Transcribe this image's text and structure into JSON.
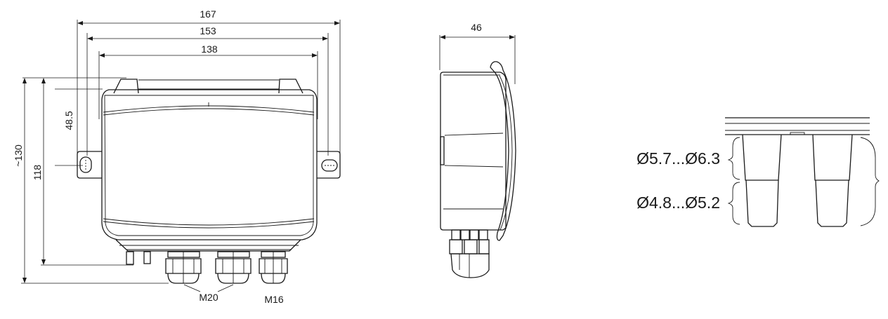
{
  "diagram": {
    "type": "technical-dimension-drawing",
    "units": "mm",
    "front_view": {
      "width_dimensions": [
        {
          "id": "overall",
          "label": "167"
        },
        {
          "id": "mounting",
          "label": "153"
        },
        {
          "id": "housing",
          "label": "138"
        }
      ],
      "height_dimensions": [
        {
          "id": "overall",
          "label": "~130"
        },
        {
          "id": "housing",
          "label": "118"
        },
        {
          "id": "mount_hole",
          "label": "48.5"
        }
      ],
      "cable_glands": [
        {
          "label": "M20"
        },
        {
          "label": "M16"
        }
      ]
    },
    "side_view": {
      "depth_dimension": {
        "label": "46"
      }
    },
    "pressure_ports_detail": {
      "upper_diameter": "Ø5.7...Ø6.3",
      "lower_diameter": "Ø4.8...Ø5.2"
    }
  }
}
